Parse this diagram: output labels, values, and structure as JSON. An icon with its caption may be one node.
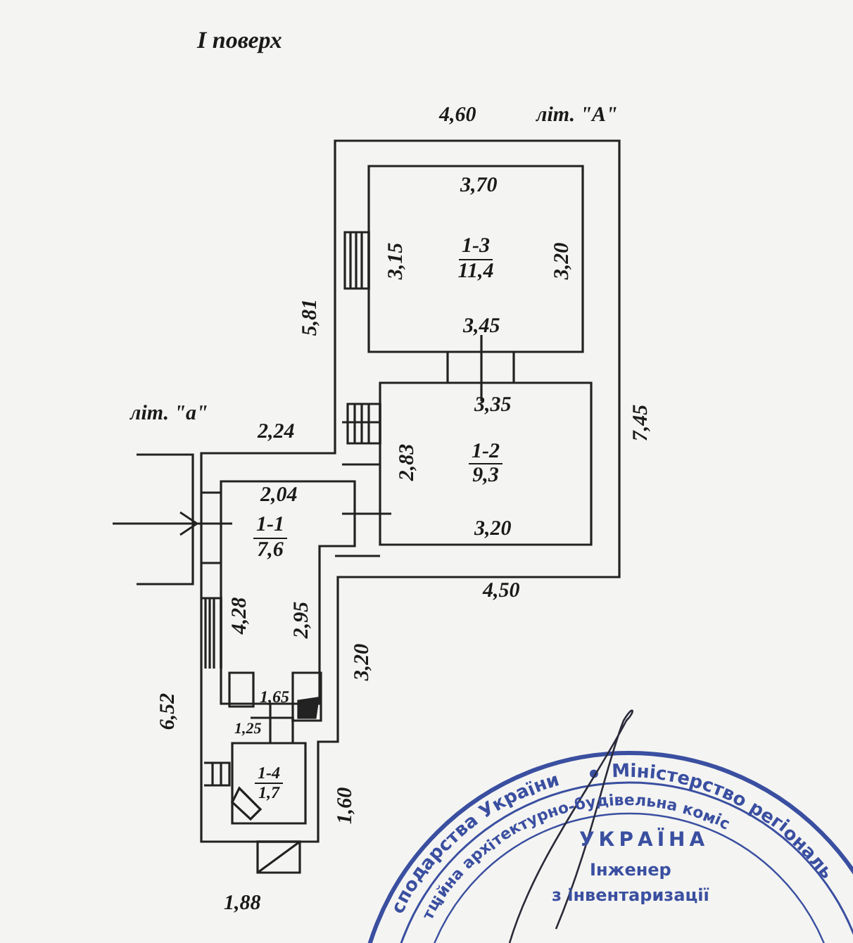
{
  "diagram": {
    "title": "І поверх",
    "nodes": [
      {
        "text": [
          "1-3",
          "11,4"
        ]
      },
      {
        "text": [
          "1-2",
          "9,3"
        ]
      },
      {
        "text": [
          "1-1",
          "7,6"
        ]
      },
      {
        "text": [
          "1-4",
          "1,7"
        ]
      }
    ],
    "edges": [],
    "labels": [
      "4,60",
      "літ. \"А\"",
      "3,70",
      "3,15",
      "3,20",
      "5,81",
      "3,45",
      "7,45",
      "літ. \"а\"",
      "2,24",
      "3,35",
      "2,83",
      "2,04",
      "3,20",
      "4,50",
      "4,28",
      "2,95",
      "3,20",
      "6,52",
      "1,65",
      "1,25",
      "1,60",
      "1,88",
      "сподарства України",
      "Міністерство регіональ",
      "тційна архітектурно-будівельна коміс",
      "УКРАЇНА",
      "Інженер",
      "з інвентаризації"
    ]
  }
}
